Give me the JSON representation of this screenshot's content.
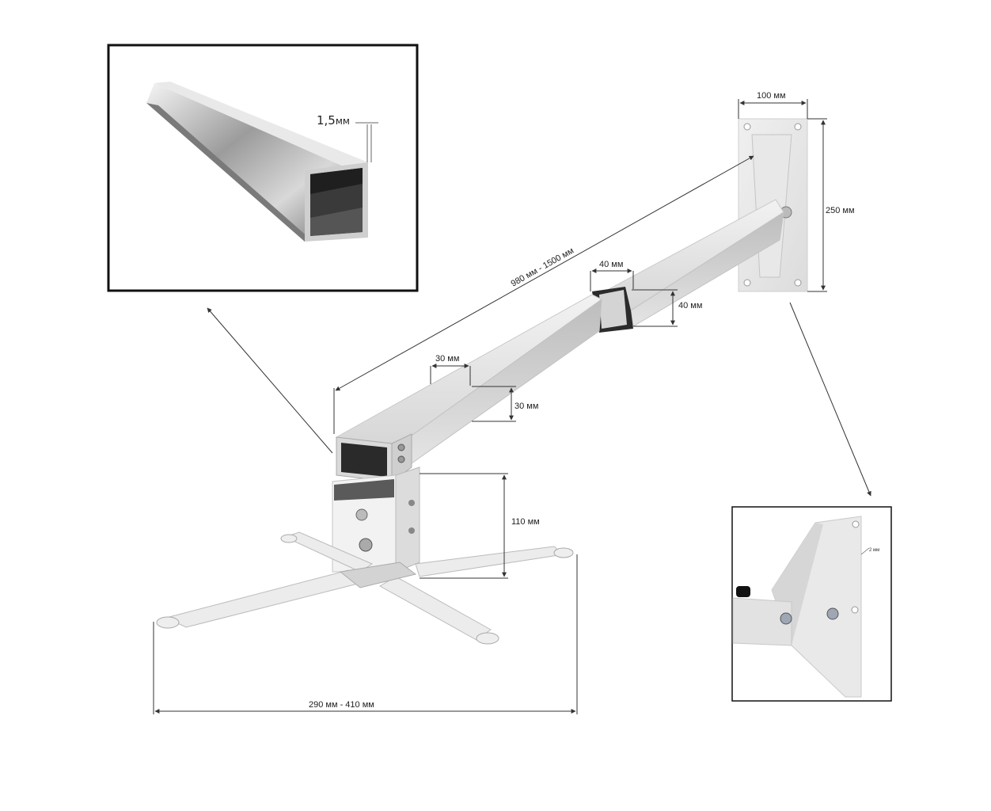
{
  "labels": {
    "wall_plate_width": "100 мм",
    "wall_plate_height": "250 мм",
    "arm_length": "980 мм - 1500 мм",
    "outer_tube_width": "40 мм",
    "outer_tube_height": "40 мм",
    "inner_tube_width": "30 мм",
    "inner_tube_height": "30 мм",
    "head_height": "110 мм",
    "spider_span": "290 мм - 410 мм",
    "wall_thickness_value": "1,5",
    "wall_thickness_unit": "мм",
    "plate_thickness": "2 мм"
  },
  "colors": {
    "metal_light": "#e6e6e6",
    "metal_mid": "#cfcfcf",
    "metal_dark": "#9a9a9a",
    "frame": "#111111",
    "dim_line": "#333333"
  },
  "icons": [
    "profile-tube-icon",
    "wall-plate-closeup-icon",
    "ceiling-spider-icon"
  ]
}
